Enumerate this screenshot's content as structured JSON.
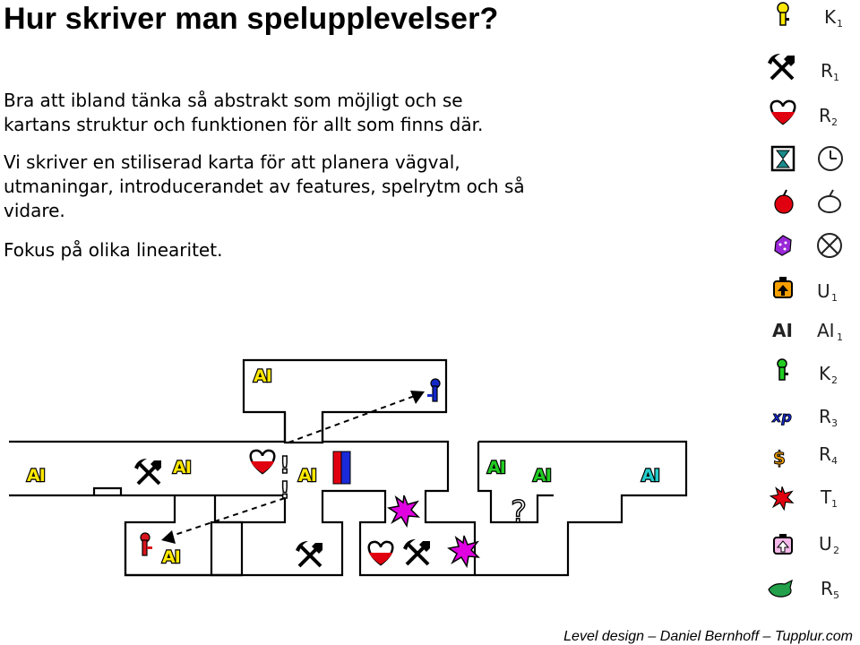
{
  "slide": {
    "title": "Hur skriver man spelupplevelser?",
    "paragraphs": [
      [
        "Bra att ibland tänka så abstrakt som möjligt och se",
        "kartans struktur och funktionen för allt som finns där."
      ],
      [
        "Vi skriver en stiliserad karta för att planera vägval,",
        "utmaningar, introducerandet av features, spelrytm och så",
        "vidare."
      ],
      [
        "Fokus på olika linearitet."
      ]
    ],
    "footer": "Level design – Daniel Bernhoff – Tupplur.com"
  },
  "map": {
    "ai_label": "AI",
    "question_mark": "?",
    "exclamation": "!",
    "colors": {
      "ai_yellow": "#ffe800",
      "ai_green": "#22cc22",
      "ai_cyan": "#22cccc",
      "door_red": "#e00010",
      "door_blue": "#1a2ad8",
      "key_red": "#d8141c",
      "key_blue": "#1428c8",
      "star_magenta": "#e000e0",
      "heart_red": "#e00010"
    },
    "rooms": [
      "top-room",
      "left-corridor",
      "bottom-left-room",
      "center-corridor",
      "right-room",
      "bottom-right-room"
    ]
  },
  "legend": {
    "items": [
      {
        "icon": "key-yellow-icon",
        "code": "K",
        "sub": "1"
      },
      {
        "icon": "pickaxe-shovel-icon",
        "code": "R",
        "sub": "1"
      },
      {
        "icon": "heart-icon",
        "code": "R",
        "sub": "2"
      },
      {
        "icon": "hourglass-icon",
        "code": "clock",
        "sub": ""
      },
      {
        "icon": "apple-icon",
        "code": "apple",
        "sub": ""
      },
      {
        "icon": "dice-icon",
        "code": "wheel",
        "sub": ""
      },
      {
        "icon": "potion-icon",
        "code": "U",
        "sub": "1"
      },
      {
        "icon": "ai-icon",
        "code": "AI",
        "sub": "1",
        "label": "AI"
      },
      {
        "icon": "key-green-icon",
        "code": "K",
        "sub": "2"
      },
      {
        "icon": "xp-icon",
        "code": "R",
        "sub": "3",
        "label": "xp"
      },
      {
        "icon": "dollar-icon",
        "code": "R",
        "sub": "4",
        "label": "$"
      },
      {
        "icon": "star-red-icon",
        "code": "T",
        "sub": "1"
      },
      {
        "icon": "potion-pink-icon",
        "code": "U",
        "sub": "2"
      },
      {
        "icon": "green-blob-icon",
        "code": "R",
        "sub": "5"
      }
    ]
  }
}
